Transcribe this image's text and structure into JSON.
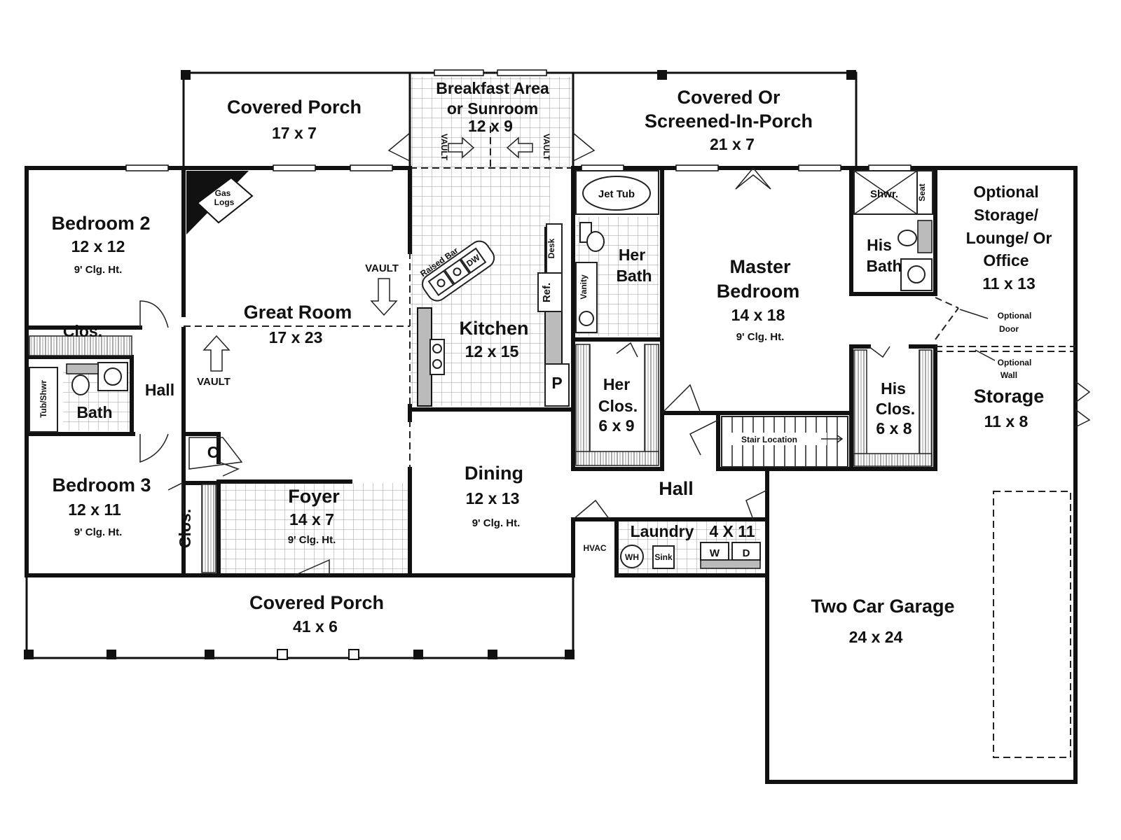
{
  "rooms": {
    "covered_porch_rear": {
      "name": "Covered Porch",
      "size": "17 x 7"
    },
    "breakfast": {
      "line1": "Breakfast Area",
      "line2": "or Sunroom",
      "size": "12 x 9"
    },
    "screened_porch": {
      "line1": "Covered Or",
      "line2": "Screened-In-Porch",
      "size": "21 x 7"
    },
    "bedroom2": {
      "name": "Bedroom 2",
      "size": "12 x 12",
      "ceiling": "9' Clg. Ht."
    },
    "great_room": {
      "name": "Great Room",
      "size": "17 x 23"
    },
    "kitchen": {
      "name": "Kitchen",
      "size": "12 x 15"
    },
    "her_bath": {
      "line1": "Her",
      "line2": "Bath"
    },
    "master": {
      "line1": "Master",
      "line2": "Bedroom",
      "size": "14 x 18",
      "ceiling": "9' Clg. Ht."
    },
    "his_bath": {
      "line1": "His",
      "line2": "Bath"
    },
    "optional_storage": {
      "line1": "Optional",
      "line2": "Storage/",
      "line3": "Lounge/ Or",
      "line4": "Office",
      "size": "11 x 13"
    },
    "clos_bed2": {
      "name": "Clos."
    },
    "bath": {
      "name": "Bath"
    },
    "hall_left": {
      "name": "Hall"
    },
    "her_clos": {
      "line1": "Her",
      "line2": "Clos.",
      "size": "6 x 9"
    },
    "his_clos": {
      "line1": "His",
      "line2": "Clos.",
      "size": "6 x 8"
    },
    "storage": {
      "name": "Storage",
      "size": "11 x 8"
    },
    "bedroom3": {
      "name": "Bedroom 3",
      "size": "12 x 11",
      "ceiling": "9' Clg. Ht."
    },
    "clos_bed3": {
      "name": "Clos."
    },
    "foyer": {
      "name": "Foyer",
      "size": "14 x 7",
      "ceiling": "9' Clg. Ht."
    },
    "dining": {
      "name": "Dining",
      "size": "12 x 13",
      "ceiling": "9' Clg. Ht."
    },
    "hall_center": {
      "name": "Hall"
    },
    "laundry": {
      "name": "Laundry",
      "size": "4 X 11"
    },
    "covered_porch_front": {
      "name": "Covered Porch",
      "size": "41 x 6"
    },
    "garage": {
      "name": "Two Car Garage",
      "size": "24 x 24"
    }
  },
  "labels": {
    "vault": "VAULT",
    "gas_logs_1": "Gas",
    "gas_logs_2": "Logs",
    "jet_tub": "Jet Tub",
    "vanity": "Vanity",
    "desk": "Desk",
    "ref": "Ref.",
    "pantry": "P",
    "raised_bar": "Raised Bar",
    "dw": "DW",
    "shwr": "Shwr.",
    "seat": "Seat",
    "tub_shwr": "Tub/Shwr",
    "closet_c": "C",
    "stair": "Stair Location",
    "hvac": "HVAC",
    "wh": "WH",
    "sink": "Sink",
    "washer": "W",
    "dryer": "D",
    "optional_door_1": "Optional",
    "optional_door_2": "Door",
    "optional_wall_1": "Optional",
    "optional_wall_2": "Wall"
  }
}
